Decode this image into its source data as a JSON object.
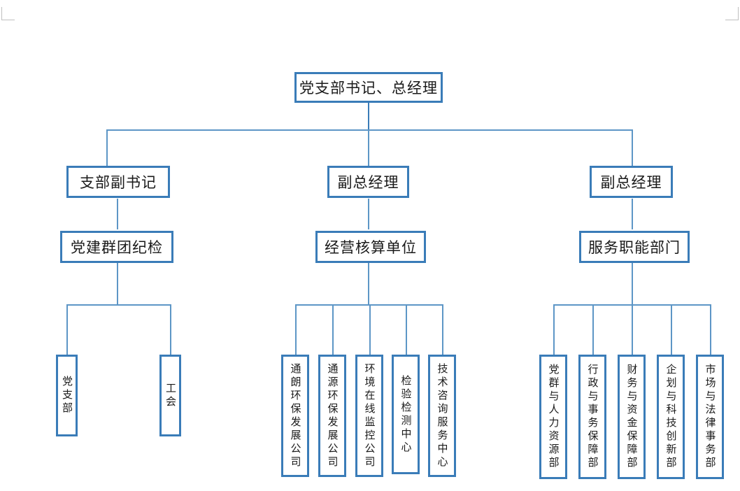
{
  "chart": {
    "title": "党支部书记、总经理",
    "accent_color": "#3a7cb8",
    "line_color": "#5d96c6",
    "background_color": "#ffffff",
    "root": {
      "label": "党支部书记、总经理"
    },
    "level2": [
      {
        "label": "支部副书记"
      },
      {
        "label": "副总经理"
      },
      {
        "label": "副总经理"
      }
    ],
    "level3": [
      {
        "label": "党建群团纪检"
      },
      {
        "label": "经营核算单位"
      },
      {
        "label": "服务职能部门"
      }
    ],
    "leaves_left": [
      {
        "label": "党支部"
      },
      {
        "label": "工会"
      }
    ],
    "leaves_middle": [
      {
        "label": "通朗环保发展公司"
      },
      {
        "label": "通源环保发展公司"
      },
      {
        "label": "环境在线监控公司"
      },
      {
        "label": "检验检测中心"
      },
      {
        "label": "技术咨询服务中心"
      }
    ],
    "leaves_right": [
      {
        "label": "党群与人力资源部"
      },
      {
        "label": "行政与事务保障部"
      },
      {
        "label": "财务与资金保障部"
      },
      {
        "label": "企划与科技创新部"
      },
      {
        "label": "市场与法律事务部"
      }
    ]
  }
}
